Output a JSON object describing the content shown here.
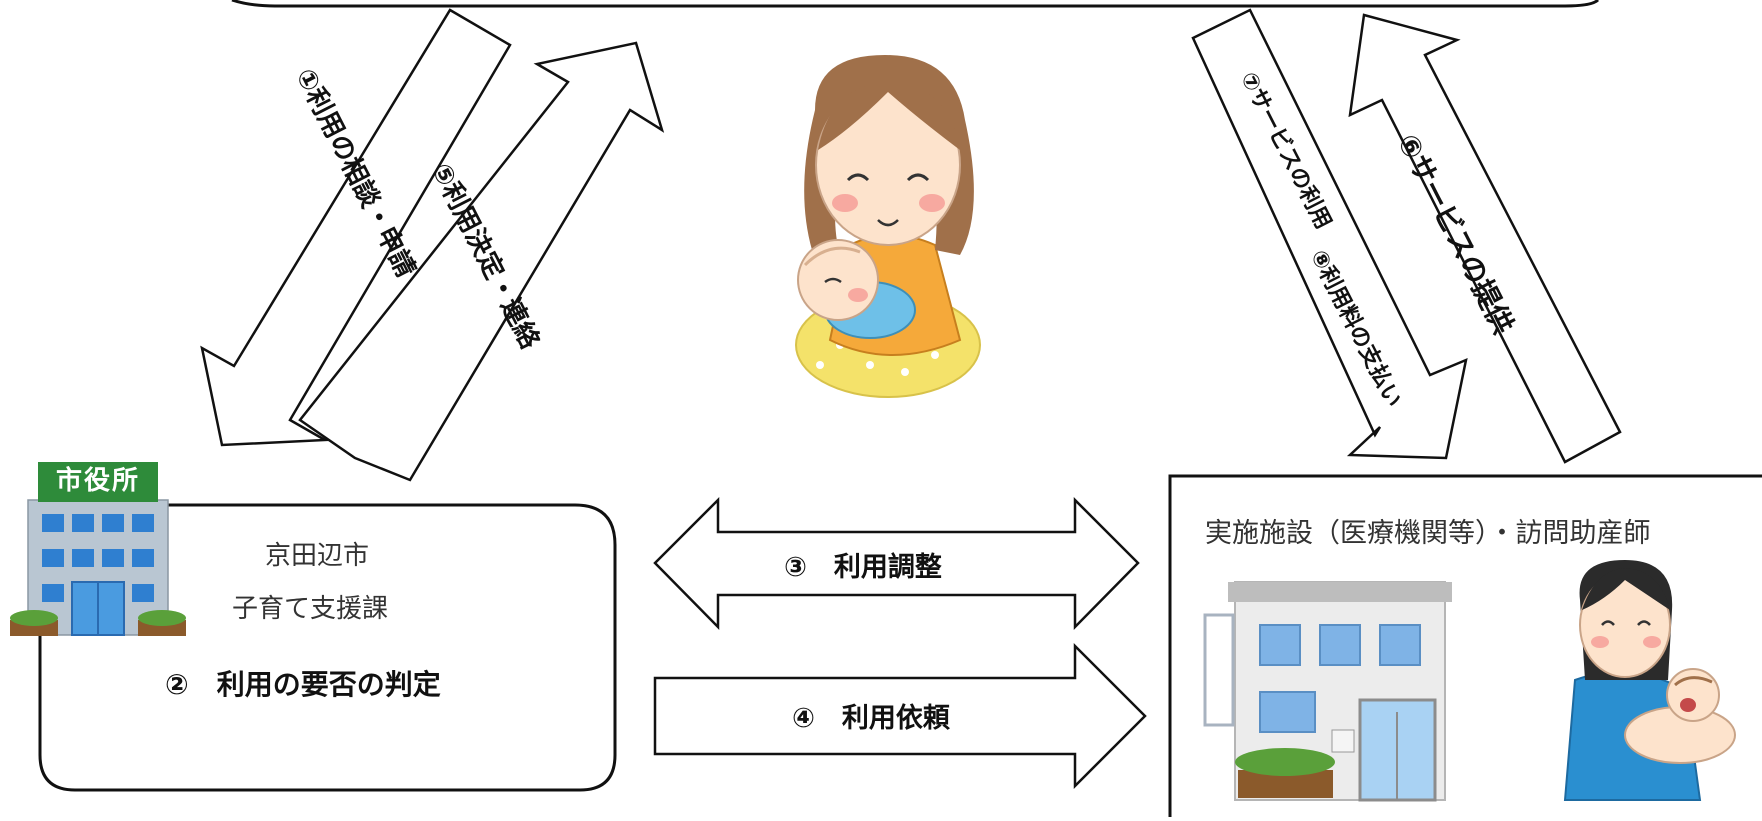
{
  "city_office": {
    "sign": "市役所",
    "name_line1": "京田辺市",
    "name_line2": "子育て支援課",
    "step2": "②　利用の要否の判定"
  },
  "facility": {
    "title": "実施施設（医療機関等）・訪問助産師"
  },
  "arrows": {
    "step1": "①利用の相談・申請",
    "step5": "⑤利用決定・連絡",
    "step3": "③　利用調整",
    "step4": "④　利用依頼",
    "step7": "⑦サービスの利用",
    "step8": "⑧利用料の支払い",
    "step6": "⑥サービスの提供"
  },
  "colors": {
    "sign_green": "#2e8b3a",
    "building_blue": "#2f7fd0",
    "mother_hair": "#a0704a",
    "mother_shirt": "#f5a93a",
    "baby_clothes": "#6ec0e8",
    "cushion": "#f4e26a",
    "midwife_shirt": "#2a8fd0"
  }
}
